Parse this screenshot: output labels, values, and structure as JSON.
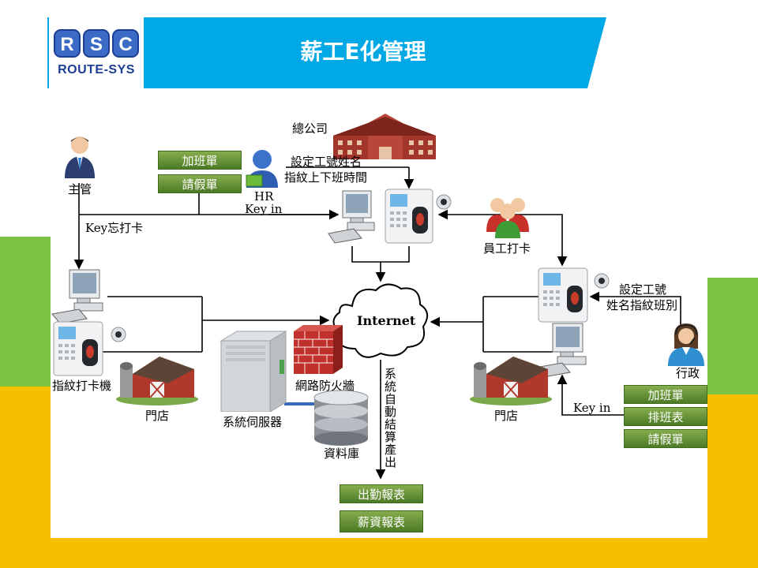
{
  "header": {
    "title": "薪工E化管理",
    "logo_text": "ROUTE-SYS",
    "logo_mark": "RSC"
  },
  "colors": {
    "header_blue": "#00a8e6",
    "accent_green": "#7cc242",
    "accent_yellow": "#f6c000",
    "button_green": "#5b8a2e",
    "firewall_red": "#c0312b"
  },
  "diagram": {
    "nodes": {
      "headquarters": "總公司",
      "manager": "主管",
      "hr": "HR",
      "hr_key_in": "Key in",
      "employee_punch": "員工打卡",
      "internet": "Internet",
      "fingerprint_machine": "指紋打卡機",
      "store_left": "門店",
      "store_right": "門店",
      "system_server": "系統伺服器",
      "firewall": "網路防火牆",
      "database": "資料庫",
      "admin": "行政"
    },
    "edge_labels": {
      "set_id_name_1": "設定工號姓名",
      "set_id_name_2": "指紋上下班時間",
      "manager_key_forget": "Key忘打卡",
      "admin_set_1": "設定工號",
      "admin_set_2": "姓名指紋班別",
      "admin_key_in": "Key in",
      "auto_settle": "系統自動結算產出"
    },
    "top_forms": [
      "加班單",
      "請假單"
    ],
    "admin_forms": [
      "加班單",
      "排班表",
      "請假單"
    ],
    "reports": [
      "出勤報表",
      "薪資報表"
    ]
  }
}
